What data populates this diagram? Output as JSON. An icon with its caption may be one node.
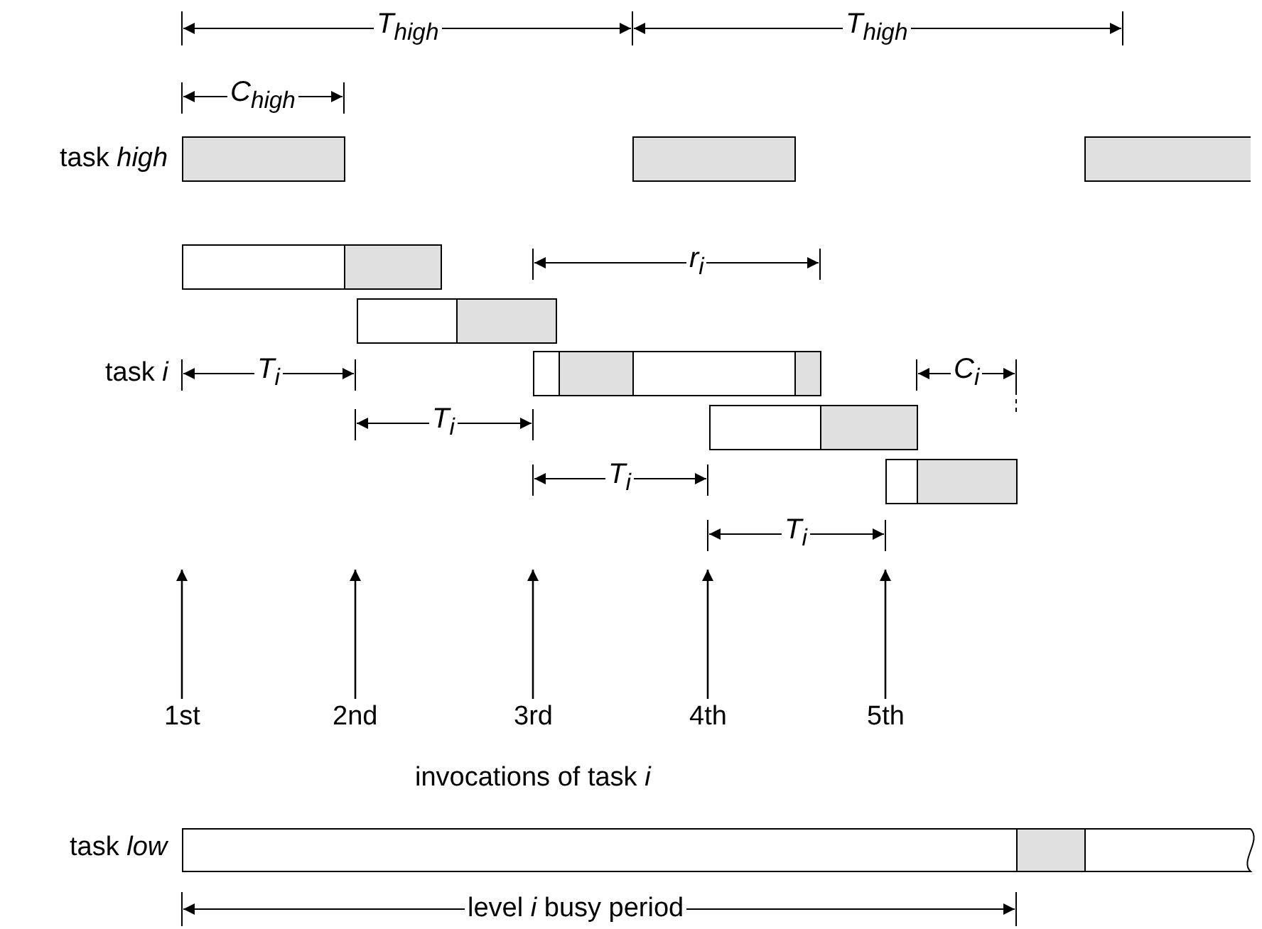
{
  "diagram": {
    "nodes": [
      {
        "text": [],
        "shape": "bar"
      },
      {
        "text": [],
        "shape": "bar"
      },
      {
        "text": [],
        "shape": "bar"
      },
      {
        "text": [],
        "shape": "bar"
      },
      {
        "text": [],
        "shape": "bar"
      },
      {
        "text": [],
        "shape": "bar"
      },
      {
        "text": [],
        "shape": "bar"
      },
      {
        "text": [],
        "shape": "bar"
      },
      {
        "text": [],
        "shape": "bar"
      }
    ],
    "labels": [
      "T$_{high}$",
      "T$_{high}$",
      "C$_{high}$",
      "task *high*",
      "r$_{i}$",
      "task *i*",
      "T$_{i}$",
      "C$_{i}$",
      "T$_{i}$",
      "T$_{i}$",
      "T$_{i}$",
      "1st",
      "2nd",
      "3rd",
      "4th",
      "5th",
      "invocations of task *i*",
      "task *low*",
      "level *i* busy period"
    ]
  }
}
